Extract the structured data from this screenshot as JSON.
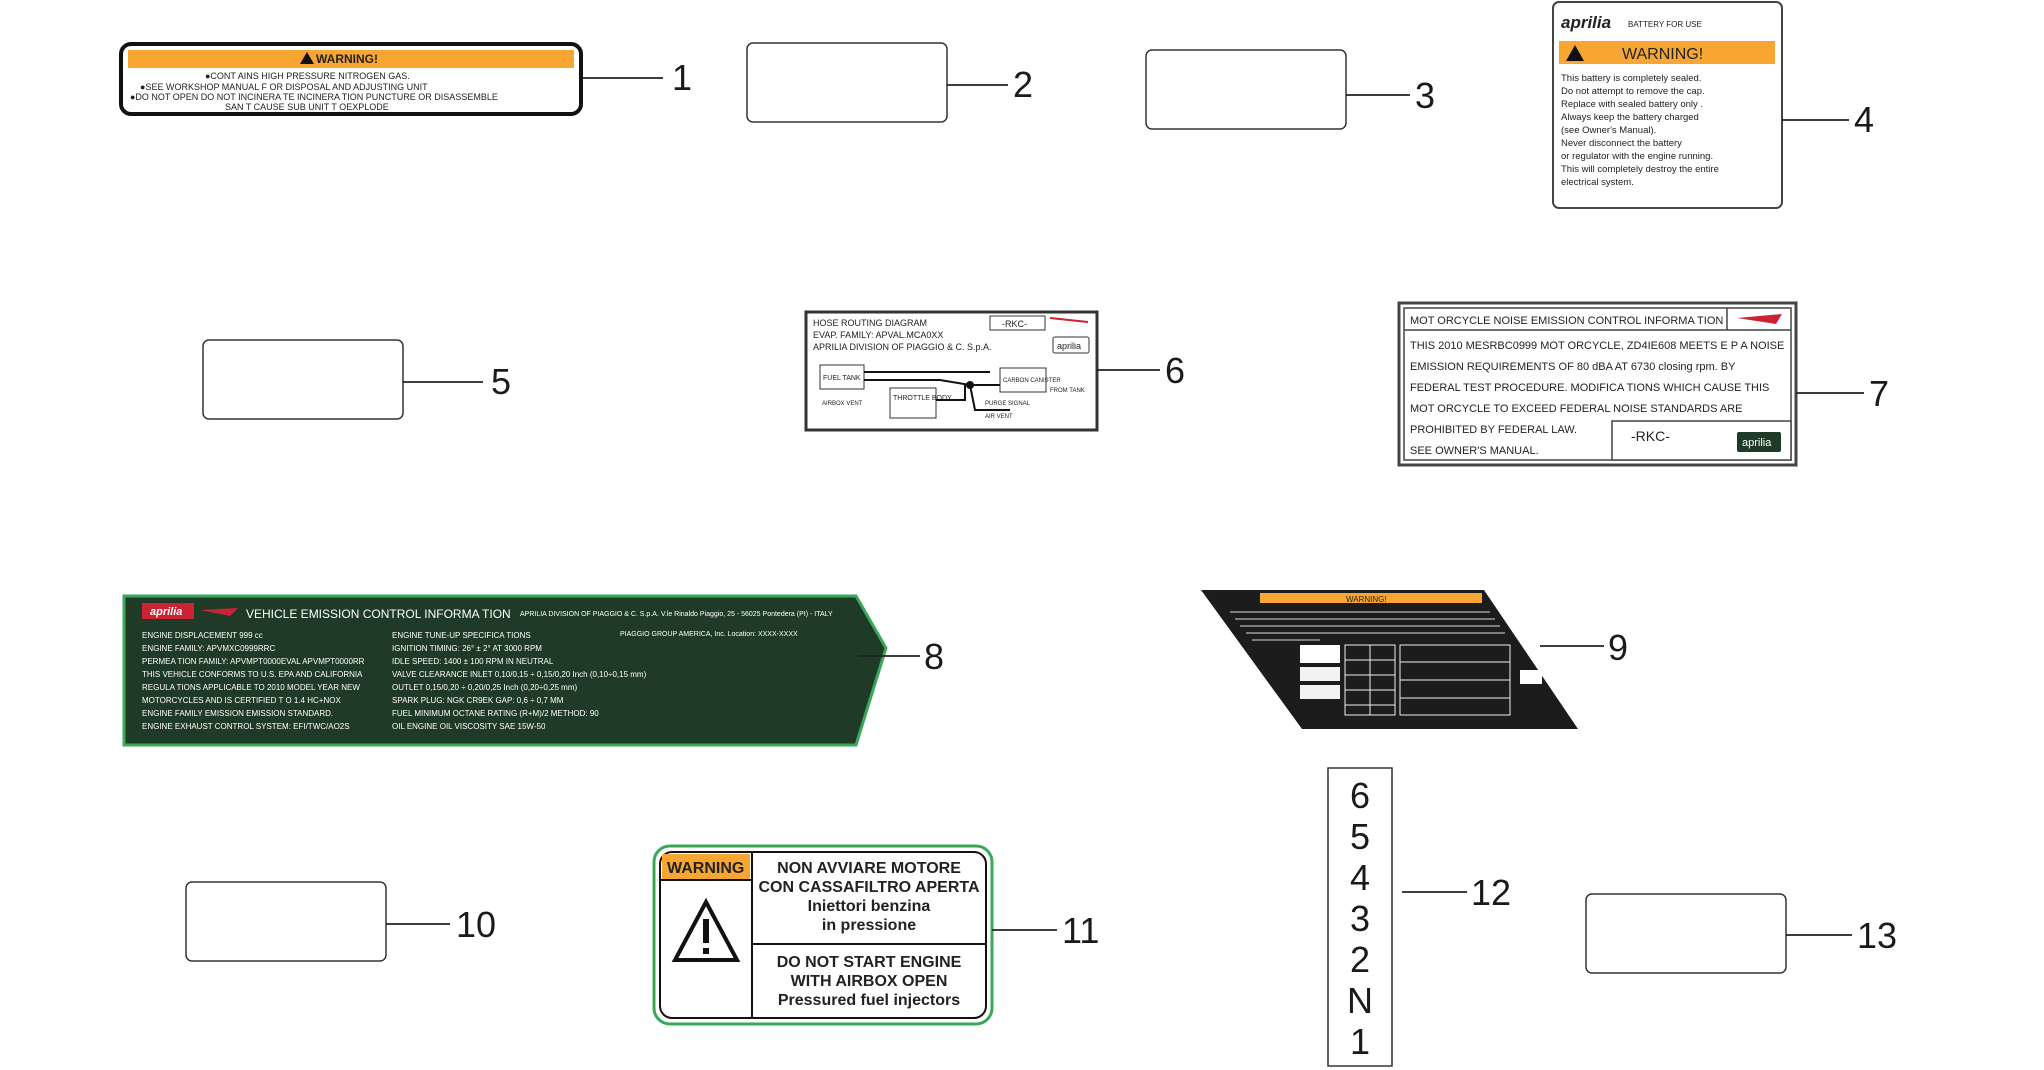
{
  "callouts": [
    "1",
    "2",
    "3",
    "4",
    "5",
    "6",
    "7",
    "8",
    "9",
    "10",
    "11",
    "12",
    "13"
  ],
  "label1": {
    "heading": "WARNING!",
    "lines": [
      "●CONT AINS HIGH PRESSURE NITROGEN GAS.",
      "●SEE WORKSHOP      MANUAL    F OR DISPOSAL      AND  ADJUSTING UNIT",
      "●DO NOT OPEN DO NOT INCINERA       TE  INCINERA  TION PUNCTURE OR DISASSEMBLE",
      "SAN         T CAUSE SUB UNIT T       OEXPLODE"
    ]
  },
  "label4": {
    "brand": "aprilia",
    "brand_note": "BATTERY FOR USE",
    "heading": "WARNING!",
    "lines": [
      "This battery is completely sealed.",
      "Do not attempt to remove the cap.",
      "Replace with sealed battery only .",
      "Always keep the battery charged",
      "(see Owner's Manual).",
      "Never disconnect the battery",
      "or regulator with the engine running.",
      "This will completely destroy the entire",
      "electrical system."
    ]
  },
  "label6": {
    "lines": [
      "HOSE  ROUTING  DIAGRAM",
      "EVAP. FAMILY: APVAL.MCA0XX",
      "APRILIA  DIVISION  OF  PIAGGIO  & C. S.p.A."
    ],
    "badge": "-RKC-",
    "brand": "aprilia",
    "fuel_tank": "FUEL TANK",
    "throttle_body": "THROTTLE BODY",
    "canister": "CARBON CANISTER",
    "small_labels": [
      "AIRBOX VENT",
      "PURGE SIGNAL",
      "AIR VENT",
      "FROM TANK"
    ]
  },
  "label7": {
    "header": "MOT ORCYCLE   NOISE  EMISSION   CONTROL   INFORMA  TION",
    "lines": [
      "THIS  2010  MESRBC0999   MOT ORCYCLE,    ZD4IE608  MEETS  E P A  NOISE",
      "EMISSION  REQUIREMENTS      OF  80 dBA  AT 6730 closing  rpm.  BY",
      "FEDERAL   TEST  PROCEDURE.    MODIFICA  TIONS  WHICH  CAUSE   THIS",
      "MOT ORCYCLE     TO EXCEED   FEDERAL    NOISE  STANDARDS   ARE",
      "PROHIBITED    BY  FEDERAL   LAW.",
      "SEE  OWNER'S   MANUAL."
    ],
    "badge": "-RKC-",
    "brand": "aprilia"
  },
  "label8": {
    "brand": "aprilia",
    "title": "VEHICLE   EMISSION   CONTROL   INFORMA  TION",
    "maker": "APRILIA  DIVISION  OF  PIAGGIO  & C. S.p.A.   V.le Rinaldo Piaggio, 25 - 56025 Pontedera (PI) - ITALY",
    "maker2": "PIAGGIO   GROUP  AMERICA,  Inc.        Location:    XXXX-XXXX",
    "left_lines": [
      "ENGINE  DISPLACEMENT    999 cc",
      "ENGINE  FAMILY: APVMXC0999RRC",
      "PERMEA  TION FAMILY: APVMPT0000EVAL     APVMPT0000RR",
      "THIS  VEHICLE   CONFORMS    TO U.S. EPA AND CALIFORNIA",
      "REGULA  TIONS  APPLICABLE    TO 2010 MODEL YEAR  NEW",
      "MOTORCYCLES     AND  IS CERTIFIED    T O 1.4 HC+NOX",
      "ENGINE  FAMILY EMISSION   EMISSION   STANDARD.",
      "ENGINE  EXHAUST   CONTROL  SYSTEM:   EFI/TWC/AO2S"
    ],
    "right_lines": [
      "ENGINE  TUNE-UP SPECIFICA  TIONS",
      "IGNITION  TIMING:  26° ± 2° AT 3000 RPM",
      "IDLE  SPEED:   1400 ± 100 RPM IN NEUTRAL",
      "VALVE  CLEARANCE       INLET      0,10/0,15 ÷ 0,15/0,20   Inch (0,10÷0,15 mm)",
      "                       OUTLET     0,15/0,20 ÷ 0,20/0,25   Inch (0,20÷0,25 mm)",
      "SPARK  PLUG:  NGK CR9EK   GAP: 0,6 ÷ 0,7 MM",
      "FUEL  MINIMUM  OCTANE RATING (R+M)/2 METHOD:  90",
      "OIL  ENGINE   OIL VISCOSITY    SAE   15W-50"
    ]
  },
  "label9": {
    "heading": "WARNING!"
  },
  "label11": {
    "warning": "WARNING",
    "italian": [
      "NON AVVIARE MOTORE",
      "CON CASSAFILTRO APERTA",
      "Iniettori benzina",
      "in pressione"
    ],
    "english": [
      "DO NOT START ENGINE",
      "WITH AIRBOX OPEN",
      "Pressured fuel injectors"
    ]
  },
  "label12": {
    "gears": [
      "6",
      "5",
      "4",
      "3",
      "2",
      "N",
      "1"
    ]
  },
  "colors": {
    "orange": "#f7a533",
    "green": "#3aa85a",
    "dark_green": "#1f3a27",
    "red": "#cc2233",
    "ink": "#222222"
  }
}
